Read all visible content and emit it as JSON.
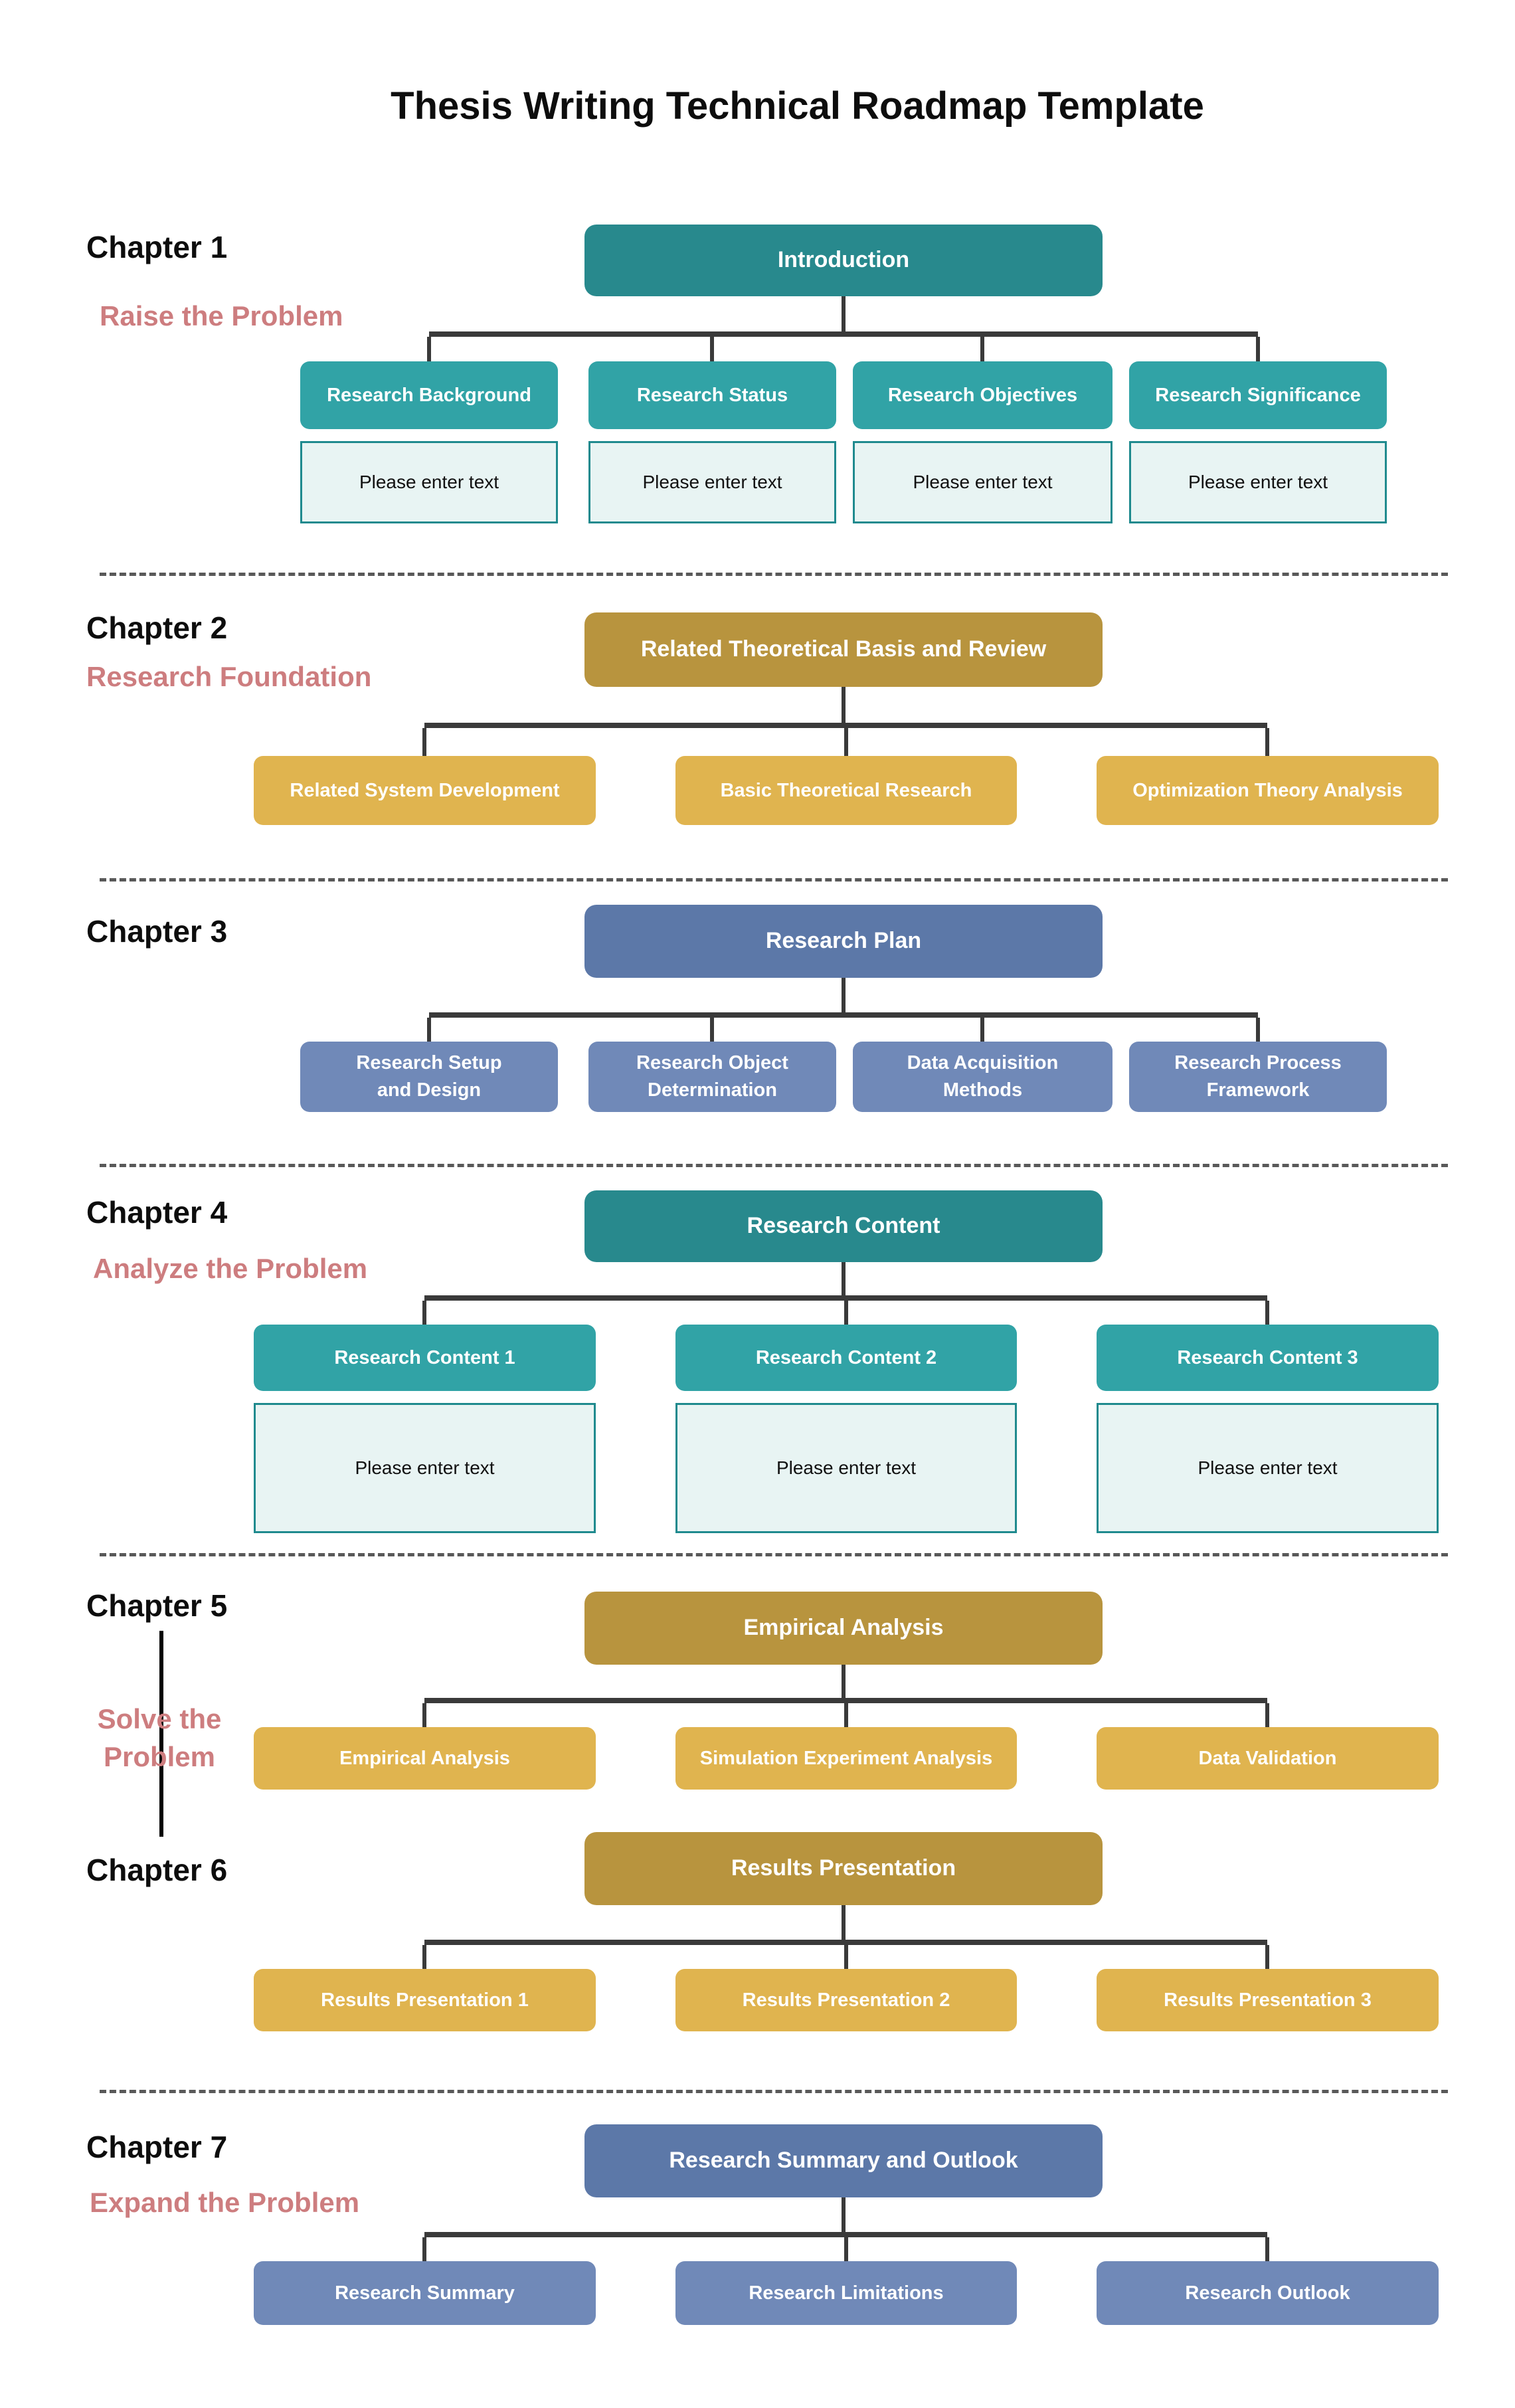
{
  "title": "Thesis Writing Technical Roadmap Template",
  "placeholder": "Please enter text",
  "chapters": [
    {
      "label": "Chapter 1",
      "subtitle": "Raise the Problem",
      "root": "Introduction",
      "children": [
        "Research Background",
        "Research Status",
        "Research Objectives",
        "Research Significance"
      ],
      "theme": "teal",
      "has_placeholders": true
    },
    {
      "label": "Chapter 2",
      "subtitle": "Research Foundation",
      "root": "Related Theoretical Basis and Review",
      "children": [
        "Related System Development",
        "Basic Theoretical Research",
        "Optimization Theory Analysis"
      ],
      "theme": "gold",
      "has_placeholders": false
    },
    {
      "label": "Chapter 3",
      "subtitle": "",
      "root": "Research Plan",
      "children": [
        "Research Setup\nand Design",
        "Research Object\nDetermination",
        "Data Acquisition\nMethods",
        "Research Process\nFramework"
      ],
      "theme": "blue",
      "has_placeholders": false
    },
    {
      "label": "Chapter 4",
      "subtitle": "Analyze the Problem",
      "root": "Research Content",
      "children": [
        "Research Content 1",
        "Research Content 2",
        "Research Content 3"
      ],
      "theme": "teal",
      "has_placeholders": true
    },
    {
      "label": "Chapter 5",
      "subtitle": "Solve the Problem",
      "root": "Empirical Analysis",
      "children": [
        "Empirical Analysis",
        "Simulation Experiment Analysis",
        "Data Validation"
      ],
      "theme": "gold",
      "has_placeholders": false
    },
    {
      "label": "Chapter 6",
      "subtitle": "",
      "root": "Results Presentation",
      "children": [
        "Results Presentation 1",
        "Results Presentation 2",
        "Results Presentation 3"
      ],
      "theme": "gold",
      "has_placeholders": false
    },
    {
      "label": "Chapter 7",
      "subtitle": "Expand the Problem",
      "root": "Research Summary and Outlook",
      "children": [
        "Research Summary",
        "Research Limitations",
        "Research Outlook"
      ],
      "theme": "blue",
      "has_placeholders": false
    }
  ],
  "colors": {
    "teal-root": "#28898d",
    "teal-child": "#31a3a6",
    "teal-light-fill": "#e8f4f3",
    "teal-light-border": "#1f8a8e",
    "gold-root": "#b8943e",
    "gold-child": "#e0b44f",
    "blue-root": "#5c78a8",
    "blue-child": "#7089b8",
    "subtitle-pink": "#cd7d7f",
    "connector": "#3a3a3a",
    "divider": "#595959"
  }
}
